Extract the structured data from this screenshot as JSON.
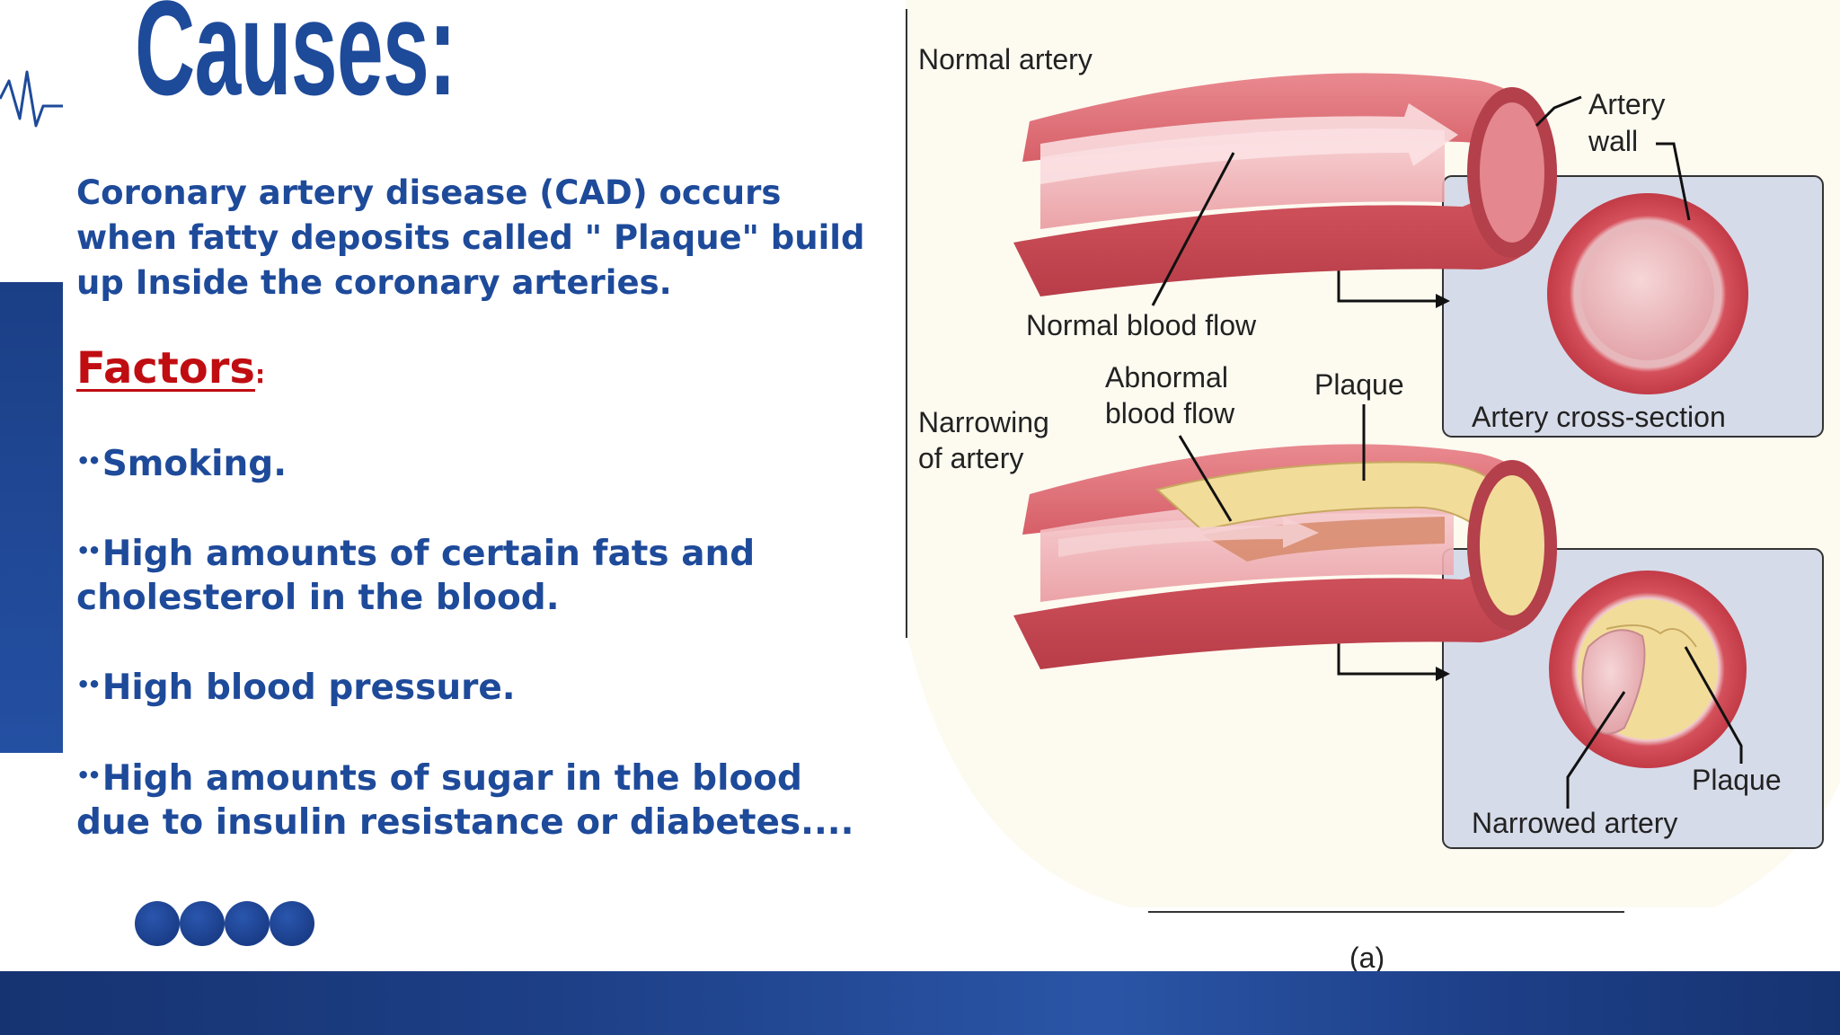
{
  "slide": {
    "title": "Causes:",
    "intro": "Coronary artery disease (CAD) occurs when fatty deposits called \" Plaque\" build up Inside the coronary arteries.",
    "factors_heading": "Factors",
    "factors_colon": ":",
    "factors": [
      {
        "bullet": "••",
        "text": "Smoking."
      },
      {
        "bullet": "••",
        "text": "High amounts of certain fats and cholesterol in the blood."
      },
      {
        "bullet": "••",
        "text": "High blood pressure."
      },
      {
        "bullet": "••",
        "text": "High amounts of sugar in the blood due to insulin resistance or diabetes...."
      }
    ],
    "decorations": {
      "pulse_icon": "heartbeat-line-icon",
      "dots_count": 4
    }
  },
  "diagram": {
    "labels": {
      "normal_artery": "Normal artery",
      "artery_wall_1": "Artery",
      "artery_wall_2": "wall",
      "normal_blood_flow": "Normal blood flow",
      "abnormal_blood_flow_1": "Abnormal",
      "abnormal_blood_flow_2": "blood flow",
      "plaque_top": "Plaque",
      "artery_cross_section": "Artery cross-section",
      "narrowing_1": "Narrowing",
      "narrowing_2": "of artery",
      "plaque_bottom": "Plaque",
      "narrowed_artery": "Narrowed artery",
      "caption": "(a)"
    }
  },
  "colors": {
    "primary_blue": "#1e4a9a",
    "heading_red": "#c00d12",
    "artery_red": "#d85a64",
    "artery_pink": "#f3b7bb",
    "plaque_yellow": "#f2dc9a",
    "panel_blue": "#d6dbe9",
    "footer_blue": "#1d3f86"
  }
}
